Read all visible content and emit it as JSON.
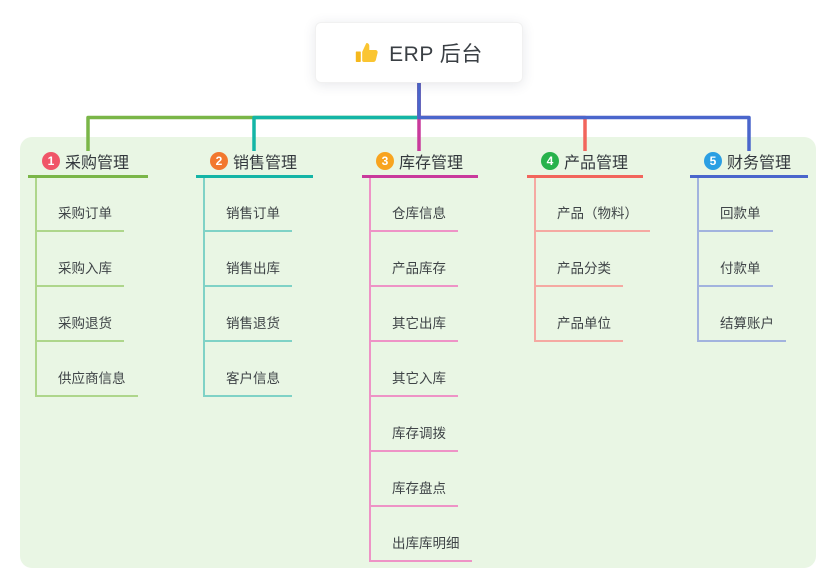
{
  "root": {
    "title": "ERP 后台",
    "icon": "thumbs-up-icon"
  },
  "branches": [
    {
      "index": "1",
      "title": "采购管理",
      "color": "#7ab648",
      "child_color": "#aed68b",
      "badge_color": "#f05568",
      "children": [
        "采购订单",
        "采购入库",
        "采购退货",
        "供应商信息"
      ]
    },
    {
      "index": "2",
      "title": "销售管理",
      "color": "#14b5a6",
      "child_color": "#7fd2c6",
      "badge_color": "#f2782e",
      "children": [
        "销售订单",
        "销售出库",
        "销售退货",
        "客户信息"
      ]
    },
    {
      "index": "3",
      "title": "库存管理",
      "color": "#c93a9c",
      "child_color": "#ee93c6",
      "badge_color": "#f8a41f",
      "children": [
        "仓库信息",
        "产品库存",
        "其它出库",
        "其它入库",
        "库存调拨",
        "库存盘点",
        "出库库明细"
      ]
    },
    {
      "index": "4",
      "title": "产品管理",
      "color": "#f2655c",
      "child_color": "#f5a9a2",
      "badge_color": "#27b24b",
      "children": [
        "产品（物料）",
        "产品分类",
        "产品单位"
      ]
    },
    {
      "index": "5",
      "title": "财务管理",
      "color": "#4a66cc",
      "child_color": "#a2b3de",
      "badge_color": "#2b9fe3",
      "children": [
        "回款单",
        "付款单",
        "结算账户"
      ]
    }
  ],
  "colors": {
    "canvas_bg": "#ffffff",
    "panel_bg": "#e9f6e4",
    "root_text": "#3a3f44",
    "child_text": "#3f4447",
    "thumb_yellow": "#fac532"
  }
}
